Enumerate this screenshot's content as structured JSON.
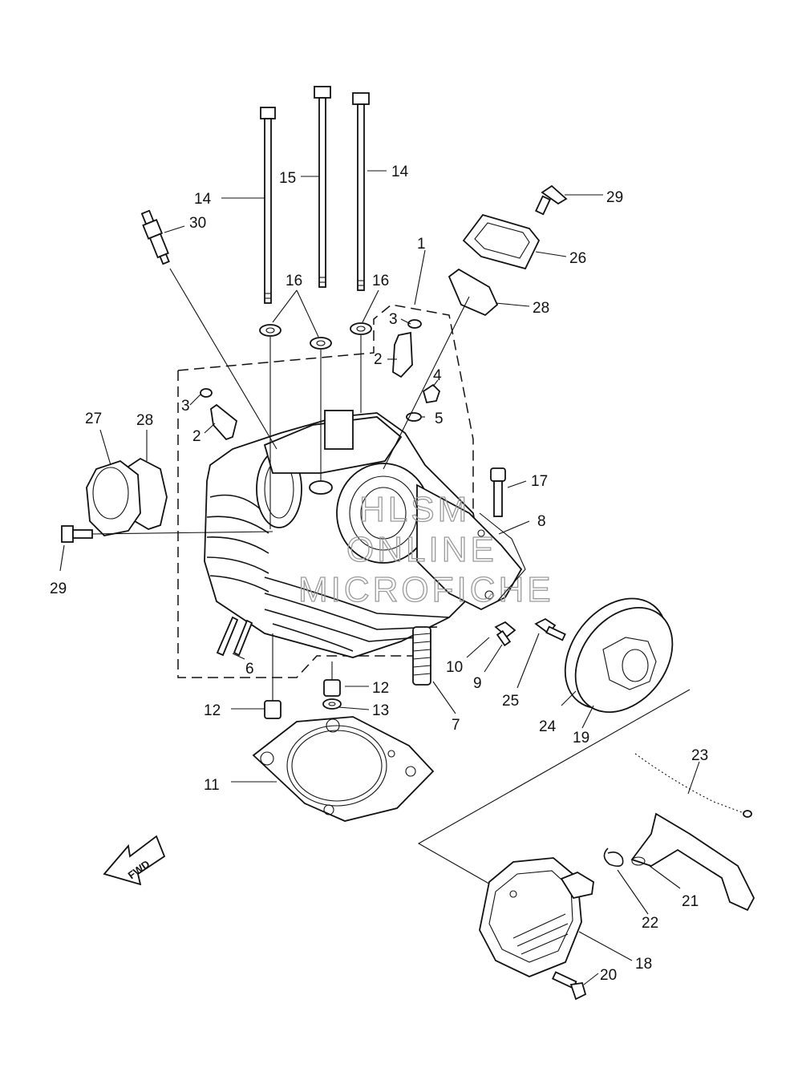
{
  "watermark": {
    "line1": "HLSM",
    "line2": "ONLINE",
    "line3": "MICROFICHE"
  },
  "fwd_label": "FWD",
  "callouts": {
    "p1": "1",
    "p2a": "2",
    "p2b": "2",
    "p3a": "3",
    "p3b": "3",
    "p4": "4",
    "p5": "5",
    "p6": "6",
    "p7": "7",
    "p8": "8",
    "p9": "9",
    "p10": "10",
    "p11": "11",
    "p12a": "12",
    "p12b": "12",
    "p13": "13",
    "p14a": "14",
    "p14b": "14",
    "p15": "15",
    "p16a": "16",
    "p16b": "16",
    "p17": "17",
    "p18": "18",
    "p19": "19",
    "p20": "20",
    "p21": "21",
    "p22": "22",
    "p23": "23",
    "p24": "24",
    "p25": "25",
    "p26": "26",
    "p27": "27",
    "p28a": "28",
    "p28b": "28",
    "p29a": "29",
    "p29b": "29",
    "p30": "30"
  }
}
